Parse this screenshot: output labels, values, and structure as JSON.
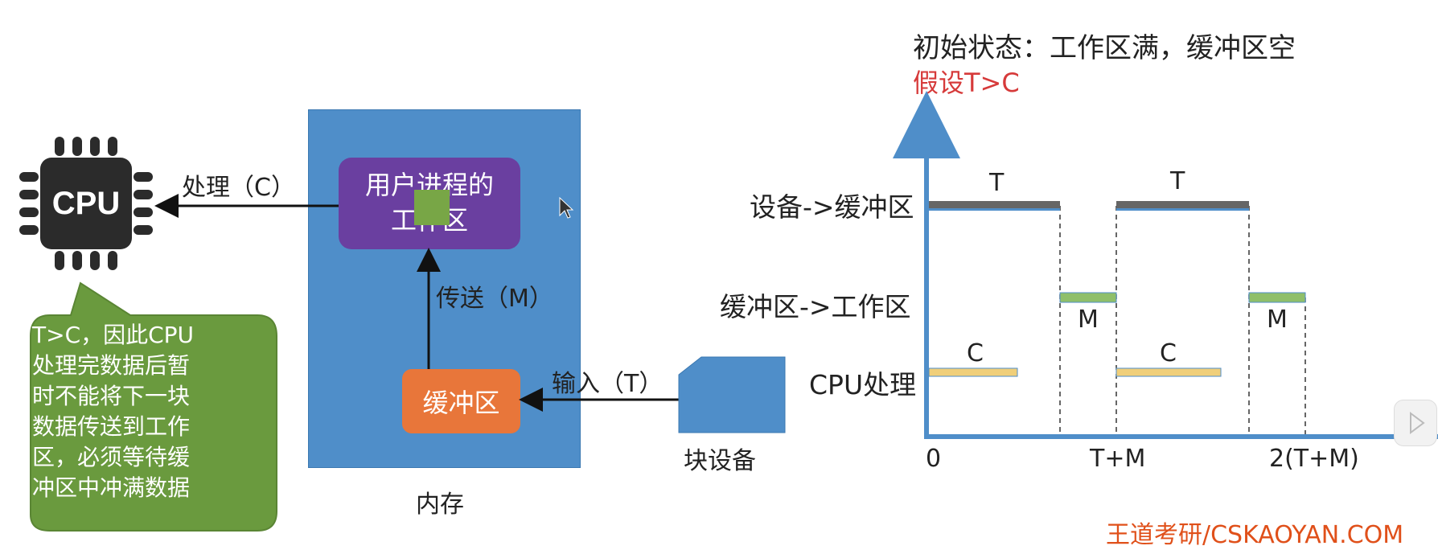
{
  "cpu": {
    "label": "CPU"
  },
  "arrows": {
    "process_label": "处理（C）",
    "transfer_label": "传送（M）",
    "input_label": "输入（T）"
  },
  "memory": {
    "label": "内存",
    "work_area_line1": "用户进程的",
    "work_area_line2": "工作区",
    "buffer_label": "缓冲区"
  },
  "device": {
    "label": "块设备"
  },
  "bubble": {
    "lines": [
      "T>C，因此CPU",
      "处理完数据后暂",
      "时不能将下一块",
      "数据传送到工作",
      "区，必须等待缓",
      "冲区中冲满数据"
    ]
  },
  "timeline": {
    "title": "初始状态：工作区满，缓冲区空",
    "assumption": "假设T>C",
    "rows": [
      "设备->缓冲区",
      "缓冲区->工作区",
      "CPU处理"
    ],
    "x_ticks": [
      "0",
      "T+M",
      "2(T+M)"
    ],
    "bar_labels": {
      "device": "T",
      "buffer": "M",
      "cpu": "C"
    },
    "colors": {
      "device": "#666666",
      "buffer": "#8fbf6a",
      "cpu": "#f0cf7a",
      "axis": "#4f8ec9",
      "title_sub": "#d63a3a"
    }
  },
  "watermark": "王道考研/CSKAOYAN.COM"
}
